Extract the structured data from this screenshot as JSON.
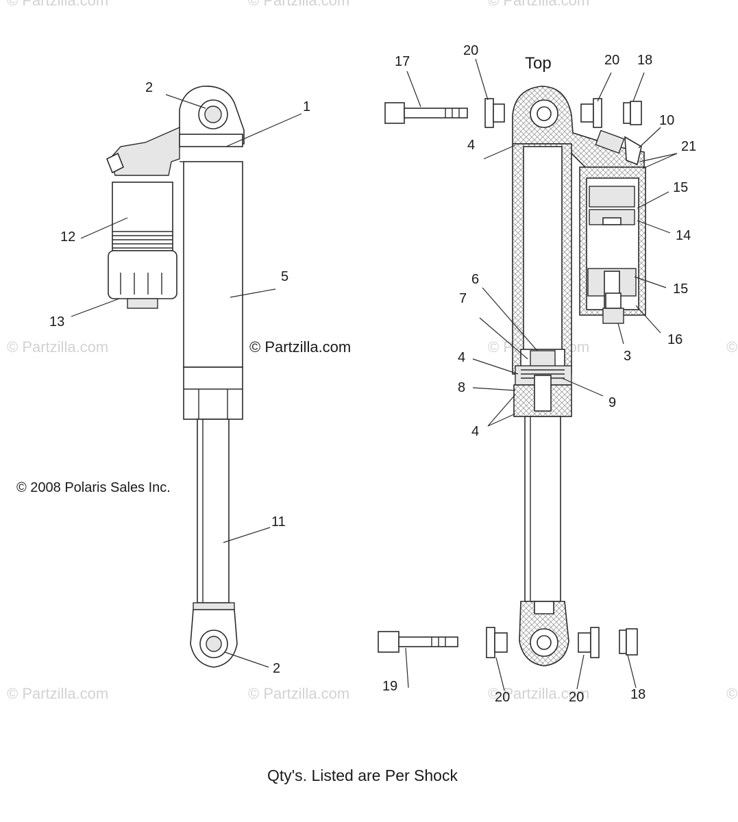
{
  "watermarks": [
    "© Partzilla.com",
    "© Partzilla.com",
    "© Partzilla.com",
    "© Partzilla.com",
    "© Partzilla.com",
    "© Partzilla.com",
    "© Partzilla.com",
    "© Partzilla.com",
    "© Partzilla.com",
    "© Partzilla.com"
  ],
  "heading_top": "Top",
  "copyright_partzilla": "© Partzilla.com",
  "copyright_polaris": "© 2008 Polaris Sales Inc.",
  "footer_note": "Qty's. Listed are Per Shock",
  "callouts": [
    "1",
    "2",
    "2",
    "3",
    "4",
    "4",
    "4",
    "5",
    "6",
    "7",
    "8",
    "9",
    "10",
    "11",
    "12",
    "13",
    "14",
    "15",
    "15",
    "16",
    "17",
    "18",
    "18",
    "19",
    "20",
    "20",
    "20",
    "20",
    "21"
  ]
}
